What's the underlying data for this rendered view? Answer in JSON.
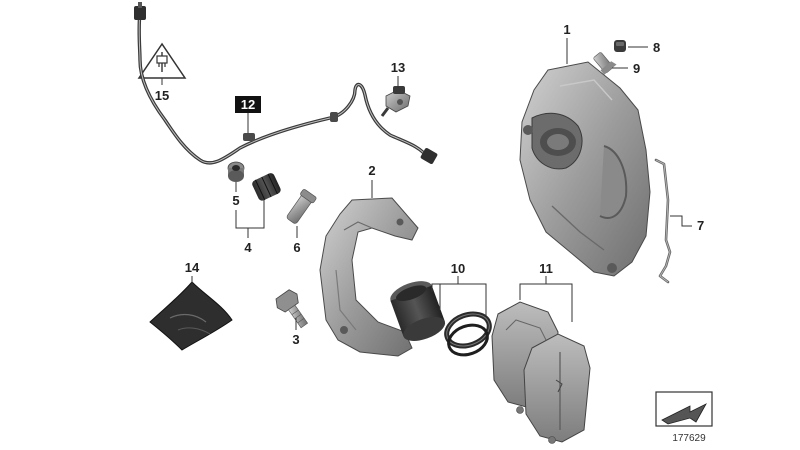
{
  "diagram": {
    "drawing_number": "177629",
    "callouts": {
      "c1": "1",
      "c2": "2",
      "c3": "3",
      "c4": "4",
      "c5": "5",
      "c6": "6",
      "c7": "7",
      "c8": "8",
      "c9": "9",
      "c10": "10",
      "c11": "11",
      "c12": "12",
      "c13": "13",
      "c14": "14",
      "c15": "15"
    },
    "parts": [
      {
        "callout": "1",
        "icon": "brake-caliper-housing"
      },
      {
        "callout": "2",
        "icon": "caliper-carrier-bracket"
      },
      {
        "callout": "3",
        "icon": "hex-bolt"
      },
      {
        "callout": "4",
        "icon": "guide-sleeve-set"
      },
      {
        "callout": "5",
        "icon": "bushing"
      },
      {
        "callout": "6",
        "icon": "guide-pin"
      },
      {
        "callout": "7",
        "icon": "anti-rattle-spring"
      },
      {
        "callout": "8",
        "icon": "bleeder-cap"
      },
      {
        "callout": "9",
        "icon": "bleeder-screw"
      },
      {
        "callout": "10",
        "icon": "piston-and-seals"
      },
      {
        "callout": "11",
        "icon": "brake-pads"
      },
      {
        "callout": "12",
        "icon": "wear-sensor-cable",
        "boxed": true
      },
      {
        "callout": "13",
        "icon": "cable-clip"
      },
      {
        "callout": "14",
        "icon": "grease-packet"
      },
      {
        "callout": "15",
        "icon": "warning-triangle"
      }
    ],
    "accent_colors": {
      "part_fill": "#a9a9a9",
      "part_dark": "#5a5a5a",
      "cable": "#3a3a3a",
      "label_box": "#111111"
    }
  }
}
